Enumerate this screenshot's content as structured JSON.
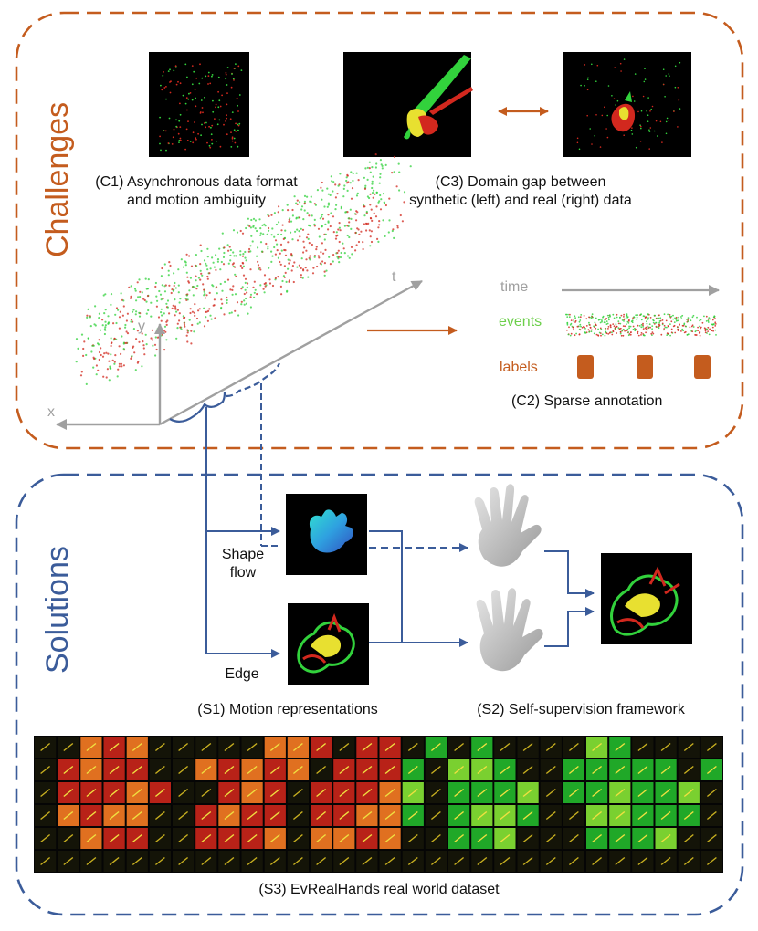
{
  "sections": {
    "challenges": {
      "title": "Challenges",
      "color": "#c45c1e"
    },
    "solutions": {
      "title": "Solutions",
      "color": "#3b5c9a"
    }
  },
  "challenges": {
    "c1": {
      "line1": "(C1) Asynchronous data format",
      "line2": "and motion ambiguity"
    },
    "c3": {
      "line1": "(C3) Domain gap between",
      "line2": "synthetic (left) and real (right) data"
    },
    "c2": {
      "label": "(C2) Sparse annotation"
    },
    "timeline": {
      "time": "time",
      "events": "events",
      "labels": "labels"
    },
    "axes": {
      "x": "x",
      "y": "y",
      "t": "t"
    }
  },
  "solutions": {
    "shape_flow": {
      "line1": "Shape",
      "line2": "flow"
    },
    "edge": "Edge",
    "s1": "(S1) Motion representations",
    "s2": "(S2) Self-supervision framework",
    "s3": "(S3) EvRealHands real world dataset"
  },
  "colors": {
    "event_green": "#32d23c",
    "event_red": "#d2281e",
    "axis_gray": "#a0a0a0",
    "label_block": "#c45c1e",
    "flow_blue": "#3b5c9a"
  }
}
